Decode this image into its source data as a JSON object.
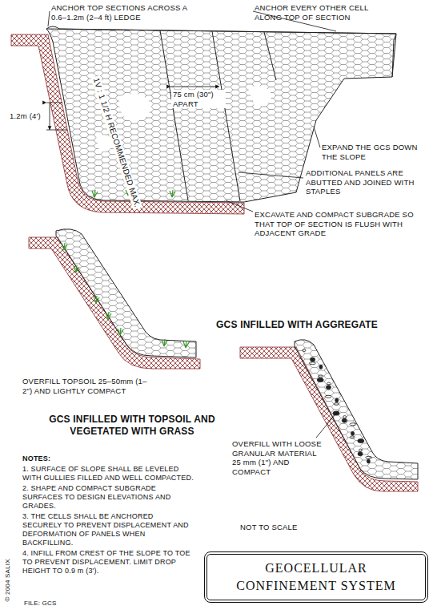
{
  "diagram": {
    "nodes": [
      {
        "text": [
          "GEOCELLULAR CONFINEMENT SYSTEM"
        ]
      }
    ],
    "labels": [
      "ANCHOR TOP SECTIONS ACROSS A 0.6–1.2m (2–4 ft) LEDGE",
      "ANCHOR EVERY OTHER CELL ALONG TOP OF SECTION",
      "1.2m (4')",
      "75 cm (30\") APART",
      "1V : 1 1/2 H RECOMMENDED MAX.",
      "EXPAND THE GCS DOWN THE SLOPE",
      "ADDITIONAL PANELS ARE ABUTTED AND JOINED WITH STAPLES",
      "EXCAVATE AND COMPACT SUBGRADE SO THAT TOP OF SECTION IS FLUSH WITH ADJACENT GRADE",
      "GCS INFILLED WITH AGGREGATE",
      "OVERFILL TOPSOIL 25–50mm (1–2\") AND LIGHTLY COMPACT",
      "GCS INFILLED WITH TOPSOIL AND VEGETATED WITH GRASS",
      "OVERFILL WITH LOOSE GRANULAR MATERIAL 25 mm (1\") AND COMPACT",
      "NOTES:",
      "1. SURFACE OF SLOPE SHALL BE LEVELED WITH GULLIES FILLED AND WELL COMPACTED.",
      "2. SHAPE AND COMPACT SUBGRADE SURFACES TO DESIGN ELEVATIONS AND GRADES.",
      "3. THE CELLS SHALL BE ANCHORED SECURELY TO PREVENT DISPLACEMENT AND DEFORMATION OF PANELS WHEN BACKFILLING.",
      "4. INFILL FROM CREST OF THE SLOPE TO TOE TO PREVENT DISPLACEMENT. LIMIT DROP HEIGHT TO 0.9 m (3').",
      "NOT TO SCALE",
      "© 2004 SALIX",
      "FILE: GCS"
    ]
  }
}
